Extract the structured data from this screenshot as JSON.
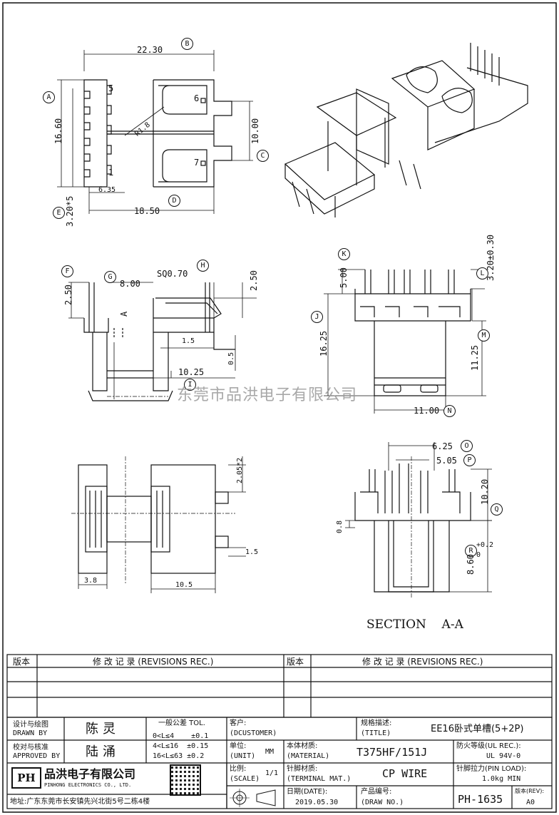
{
  "drawing": {
    "top_view": {
      "dims": {
        "width_total": "22.30",
        "height": "16.60",
        "pin_span": "10.00",
        "radius": "R1.8",
        "pin_pitch": "6.35",
        "base_width": "18.50",
        "pitch_formula": "3.20*5"
      },
      "pins": {
        "p5": "5",
        "p1": "1",
        "p6": "6",
        "p7": "7"
      },
      "bubbles": {
        "A": "A",
        "B": "B",
        "C": "C",
        "D": "D",
        "E": "E"
      }
    },
    "side_view": {
      "dims": {
        "f": "2.50",
        "g": "8.00",
        "sq": "SQ0.70",
        "h": "2.50",
        "a1": "1.5",
        "a2": "0.5",
        "width": "10.25",
        "section_mark": "A"
      },
      "bubbles": {
        "F": "F",
        "G": "G",
        "H": "H",
        "I": "I"
      }
    },
    "front_view": {
      "dims": {
        "k": "5.00",
        "l": "3.20±0.30",
        "total": "16.25",
        "body": "11.25",
        "width": "11.00"
      },
      "bubbles": {
        "K": "K",
        "L": "L",
        "J": "J",
        "M": "M",
        "N": "N"
      }
    },
    "bottom_view": {
      "dims": {
        "d1": "2.05*2",
        "d2": "1.5",
        "d3": "3.8",
        "d4": "10.5"
      }
    },
    "section": {
      "dims": {
        "o": "6.25",
        "p": "5.05",
        "q": "10.20",
        "r": "8.60",
        "r_tol": "+0.2",
        "r_tol2": "0",
        "h": "0.8"
      },
      "bubbles": {
        "O": "O",
        "P": "P",
        "Q": "Q",
        "R": "R"
      },
      "label": "SECTION    A-A"
    },
    "watermark": "东莞市品洪电子有限公司"
  },
  "title_block": {
    "rev_header": [
      "版本",
      "修 改 记 录 (REVISIONS REC.)",
      "版本",
      "修 改 记 录 (REVISIONS REC.)"
    ],
    "drawn_by_label": "设计与绘图",
    "drawn_by_label_en": "DRAWN BY",
    "drawn_by": "陈灵",
    "approved_label": "校对与核准",
    "approved_label_en": "APPROVED BY",
    "approved_by": "陆涌",
    "tol_title": "一般公差 TOL.",
    "tol_rows": [
      "0<L≤4    ±0.1",
      "4<L≤16  ±0.15",
      "16<L≤63 ±0.2"
    ],
    "customer_label": "客户:",
    "customer_label_en": "(DCUSTOMER)",
    "unit_label": "单位:",
    "unit_label_en": "(UNIT)",
    "unit": "MM",
    "material_label": "本体材质:",
    "material_label_en": "(MATERIAL)",
    "material": "T375HF/151J",
    "title_label": "规格描述:",
    "title_label_en": "(TITLE)",
    "title": "EE16卧式单槽(5+2P)",
    "fire_label": "防火等级(UL REC.):",
    "fire": "UL 94V-0",
    "scale_label": "比例:",
    "scale_label_en": "(SCALE)",
    "scale": "1/1",
    "terminal_label": "针脚材质:",
    "terminal_label_en": "(TERMINAL MAT.)",
    "terminal": "CP WIRE",
    "pin_load_label": "针脚拉力(PIN LOAD):",
    "pin_load": "1.0kg MIN",
    "date_label": "日期(DATE):",
    "date": "2019.05.30",
    "draw_no_label": "产品编号:",
    "draw_no_label_en": "(DRAW NO.)",
    "draw_no": "PH-1635",
    "rev_label": "版本(REV):",
    "rev": "A0",
    "company": "品洪电子有限公司",
    "company_en": "PINHONG ELECTRONICS CO., LTD.",
    "address": "地址:广东东莞市长安镇先兴北街5号二栋4楼",
    "logo": "PH"
  }
}
